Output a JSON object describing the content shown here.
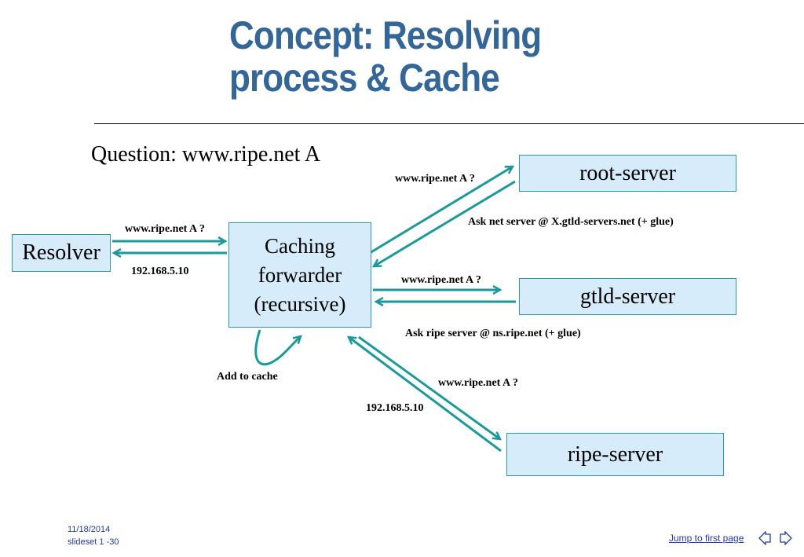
{
  "title": {
    "line1": "Concept: Resolving",
    "line2": "process & Cache"
  },
  "question": "Question: www.ripe.net A",
  "nodes": {
    "resolver": "Resolver",
    "caching": [
      "Caching",
      "forwarder",
      "(recursive)"
    ],
    "root": "root-server",
    "gtld": "gtld-server",
    "ripe": "ripe-server"
  },
  "labels": {
    "resolver_query": "www.ripe.net A ?",
    "resolver_answer": "192.168.5.10",
    "root_query": "www.ripe.net A ?",
    "root_answer": "Ask net server @ X.gtld-servers.net (+ glue)",
    "gtld_query": "www.ripe.net A ?",
    "gtld_answer": "Ask ripe server @ ns.ripe.net (+ glue)",
    "ripe_query": "www.ripe.net A ?",
    "ripe_answer": "192.168.5.10",
    "cache": "Add to cache"
  },
  "footer": {
    "date": "11/18/2014",
    "slide": "slideset 1 -30",
    "jump": "Jump to first page"
  },
  "colors": {
    "title": "#336699",
    "arrow": "#1a9a9a",
    "box_fill": "#d6ecfa",
    "link": "#1f3aa8"
  }
}
